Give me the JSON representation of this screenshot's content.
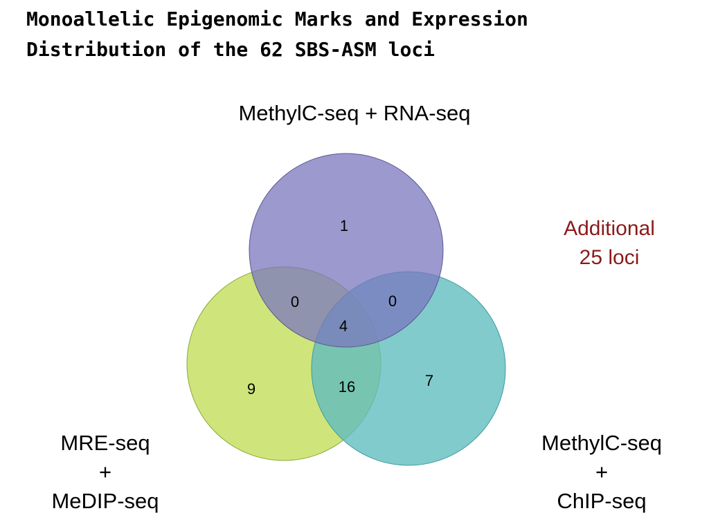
{
  "title": {
    "line1": "Monoallelic Epigenomic Marks and Expression",
    "line2": "Distribution of the 62 SBS-ASM loci"
  },
  "sets": {
    "top": {
      "label": "MethylC-seq + RNA-seq",
      "color": "#7a77bd"
    },
    "left": {
      "label_lines": [
        "MRE-seq",
        "+",
        "MeDIP-seq"
      ],
      "color": "#c3df5a"
    },
    "right": {
      "label_lines": [
        "MethylC-seq",
        "+",
        "ChIP-seq"
      ],
      "color": "#5dbcbf"
    }
  },
  "counts": {
    "top_only": "1",
    "left_only": "9",
    "right_only": "7",
    "top_left": "0",
    "top_right": "0",
    "left_right": "16",
    "all_three": "4"
  },
  "additional": {
    "lines": [
      "Additional",
      "25 loci"
    ],
    "color": "#8b1a1a"
  }
}
